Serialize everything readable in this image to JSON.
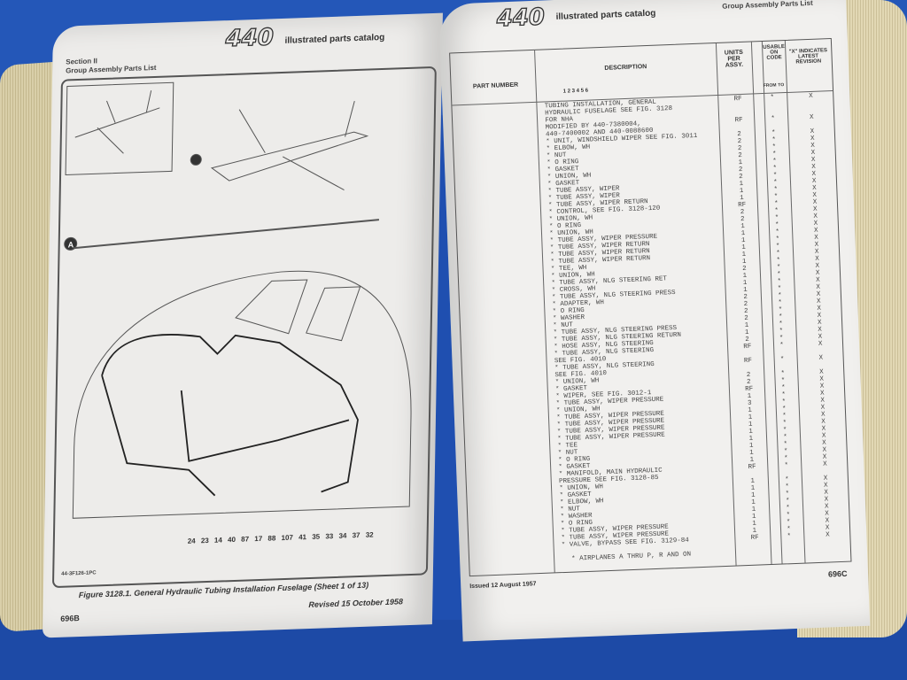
{
  "left_page": {
    "logo_number": "440",
    "logo_text": "illustrated parts catalog",
    "section": "Section II",
    "section_title": "Group Assembly Parts List",
    "view_label": "A",
    "callouts": "24 23 14 40 87 17 88 107 41 35 33 34 37 32",
    "drawing_code": "44-3F126-1PC",
    "figure_caption": "Figure 3128.1.  General Hydraulic Tubing Installation Fuselage (Sheet 1 of 13)",
    "revised": "Revised 15 October 1958",
    "page_number": "696B"
  },
  "right_page": {
    "logo_number": "440",
    "logo_text": "illustrated parts catalog",
    "header_right": "Group Assembly Parts List",
    "columns": {
      "part_number": "PART NUMBER",
      "description": "DESCRIPTION",
      "indent": "1 2 3 4 5 6",
      "units": "UNITS PER ASSY.",
      "usable": "USABLE ON CODE",
      "from": "FROM",
      "to": "TO",
      "revision": "\"X\" INDICATES LATEST REVISION"
    },
    "rows": [
      {
        "pn": "",
        "desc": "TUBING INSTALLATION, GENERAL",
        "units": "RF",
        "code": "*",
        "rev": "X"
      },
      {
        "pn": "",
        "desc": "  HYDRAULIC FUSELAGE SEE FIG. 3128",
        "units": "",
        "code": "",
        "rev": ""
      },
      {
        "pn": "",
        "desc": "  FOR NHA",
        "units": "",
        "code": "",
        "rev": ""
      },
      {
        "pn": "",
        "desc": "  MODIFIED BY 440-7380004,",
        "units": "RF",
        "code": "*",
        "rev": "X"
      },
      {
        "pn": "",
        "desc": "  440-7400002 AND 440-0088600",
        "units": "",
        "code": "",
        "rev": ""
      },
      {
        "pn": "",
        "desc": "* UNIT, WINDSHIELD WIPER SEE FIG. 3011",
        "units": "2",
        "code": "*",
        "rev": "X"
      },
      {
        "pn": "",
        "desc": "* ELBOW, WH",
        "units": "2",
        "code": "*",
        "rev": "X"
      },
      {
        "pn": "",
        "desc": "* NUT",
        "units": "2",
        "code": "*",
        "rev": "X"
      },
      {
        "pn": "",
        "desc": "* O RING",
        "units": "2",
        "code": "*",
        "rev": "X"
      },
      {
        "pn": "",
        "desc": "* GASKET",
        "units": "1",
        "code": "*",
        "rev": "X"
      },
      {
        "pn": "",
        "desc": "* UNION, WH",
        "units": "2",
        "code": "*",
        "rev": "X"
      },
      {
        "pn": "",
        "desc": "* GASKET",
        "units": "2",
        "code": "*",
        "rev": "X"
      },
      {
        "pn": "",
        "desc": "* TUBE ASSY, WIPER",
        "units": "1",
        "code": "*",
        "rev": "X"
      },
      {
        "pn": "",
        "desc": "* TUBE ASSY, WIPER",
        "units": "1",
        "code": "*",
        "rev": "X"
      },
      {
        "pn": "",
        "desc": "* TUBE ASSY, WIPER RETURN",
        "units": "1",
        "code": "*",
        "rev": "X"
      },
      {
        "pn": "",
        "desc": "* CONTROL, SEE FIG. 3128-120",
        "units": "RF",
        "code": "*",
        "rev": "X"
      },
      {
        "pn": "",
        "desc": "* UNION, WH",
        "units": "2",
        "code": "*",
        "rev": "X"
      },
      {
        "pn": "",
        "desc": "* O RING",
        "units": "2",
        "code": "*",
        "rev": "X"
      },
      {
        "pn": "",
        "desc": "* UNION, WH",
        "units": "1",
        "code": "*",
        "rev": "X"
      },
      {
        "pn": "",
        "desc": "* TUBE ASSY, WIPER PRESSURE",
        "units": "1",
        "code": "*",
        "rev": "X"
      },
      {
        "pn": "",
        "desc": "* TUBE ASSY, WIPER RETURN",
        "units": "1",
        "code": "*",
        "rev": "X"
      },
      {
        "pn": "",
        "desc": "* TUBE ASSY, WIPER RETURN",
        "units": "1",
        "code": "*",
        "rev": "X"
      },
      {
        "pn": "",
        "desc": "* TUBE ASSY, WIPER RETURN",
        "units": "1",
        "code": "*",
        "rev": "X"
      },
      {
        "pn": "",
        "desc": "* TEE, WH",
        "units": "1",
        "code": "*",
        "rev": "X"
      },
      {
        "pn": "",
        "desc": "* UNION, WH",
        "units": "2",
        "code": "*",
        "rev": "X"
      },
      {
        "pn": "",
        "desc": "* TUBE ASSY, NLG STEERING RET",
        "units": "1",
        "code": "*",
        "rev": "X"
      },
      {
        "pn": "",
        "desc": "* CROSS, WH",
        "units": "1",
        "code": "*",
        "rev": "X"
      },
      {
        "pn": "",
        "desc": "* TUBE ASSY, NLG STEERING PRESS",
        "units": "1",
        "code": "*",
        "rev": "X"
      },
      {
        "pn": "",
        "desc": "* ADAPTER, WH",
        "units": "2",
        "code": "*",
        "rev": "X"
      },
      {
        "pn": "",
        "desc": "* O RING",
        "units": "2",
        "code": "*",
        "rev": "X"
      },
      {
        "pn": "",
        "desc": "* WASHER",
        "units": "2",
        "code": "*",
        "rev": "X"
      },
      {
        "pn": "",
        "desc": "* NUT",
        "units": "2",
        "code": "*",
        "rev": "X"
      },
      {
        "pn": "",
        "desc": "* TUBE ASSY, NLG STEERING PRESS",
        "units": "1",
        "code": "*",
        "rev": "X"
      },
      {
        "pn": "",
        "desc": "* TUBE ASSY, NLG STEERING RETURN",
        "units": "1",
        "code": "*",
        "rev": "X"
      },
      {
        "pn": "",
        "desc": "* HOSE ASSY, NLG STEERING",
        "units": "2",
        "code": "*",
        "rev": "X"
      },
      {
        "pn": "",
        "desc": "* TUBE ASSY, NLG STEERING",
        "units": "RF",
        "code": "*",
        "rev": "X"
      },
      {
        "pn": "",
        "desc": "    SEE FIG. 4010",
        "units": "",
        "code": "",
        "rev": ""
      },
      {
        "pn": "",
        "desc": "* TUBE ASSY, NLG STEERING",
        "units": "RF",
        "code": "*",
        "rev": "X"
      },
      {
        "pn": "",
        "desc": "    SEE FIG. 4010",
        "units": "",
        "code": "",
        "rev": ""
      },
      {
        "pn": "",
        "desc": "* UNION, WH",
        "units": "2",
        "code": "*",
        "rev": "X"
      },
      {
        "pn": "",
        "desc": "* GASKET",
        "units": "2",
        "code": "*",
        "rev": "X"
      },
      {
        "pn": "",
        "desc": "* WIPER, SEE FIG. 3012-1",
        "units": "RF",
        "code": "*",
        "rev": "X"
      },
      {
        "pn": "",
        "desc": "* TUBE ASSY, WIPER PRESSURE",
        "units": "1",
        "code": "*",
        "rev": "X"
      },
      {
        "pn": "",
        "desc": "* UNION, WH",
        "units": "3",
        "code": "*",
        "rev": "X"
      },
      {
        "pn": "",
        "desc": "* TUBE ASSY, WIPER PRESSURE",
        "units": "1",
        "code": "*",
        "rev": "X"
      },
      {
        "pn": "",
        "desc": "* TUBE ASSY, WIPER PRESSURE",
        "units": "1",
        "code": "*",
        "rev": "X"
      },
      {
        "pn": "",
        "desc": "* TUBE ASSY, WIPER PRESSURE",
        "units": "1",
        "code": "*",
        "rev": "X"
      },
      {
        "pn": "",
        "desc": "* TUBE ASSY, WIPER PRESSURE",
        "units": "1",
        "code": "*",
        "rev": "X"
      },
      {
        "pn": "",
        "desc": "* TEE",
        "units": "1",
        "code": "*",
        "rev": "X"
      },
      {
        "pn": "",
        "desc": "* NUT",
        "units": "1",
        "code": "*",
        "rev": "X"
      },
      {
        "pn": "",
        "desc": "* O RING",
        "units": "1",
        "code": "*",
        "rev": "X"
      },
      {
        "pn": "",
        "desc": "* GASKET",
        "units": "1",
        "code": "*",
        "rev": "X"
      },
      {
        "pn": "",
        "desc": "* MANIFOLD, MAIN HYDRAULIC",
        "units": "RF",
        "code": "*",
        "rev": "X"
      },
      {
        "pn": "",
        "desc": "    PRESSURE SEE FIG. 3128-85",
        "units": "",
        "code": "",
        "rev": ""
      },
      {
        "pn": "",
        "desc": "* UNION, WH",
        "units": "1",
        "code": "*",
        "rev": "X"
      },
      {
        "pn": "",
        "desc": "* GASKET",
        "units": "1",
        "code": "*",
        "rev": "X"
      },
      {
        "pn": "",
        "desc": "* ELBOW, WH",
        "units": "1",
        "code": "*",
        "rev": "X"
      },
      {
        "pn": "",
        "desc": "* NUT",
        "units": "1",
        "code": "*",
        "rev": "X"
      },
      {
        "pn": "",
        "desc": "* WASHER",
        "units": "1",
        "code": "*",
        "rev": "X"
      },
      {
        "pn": "",
        "desc": "* O RING",
        "units": "1",
        "code": "*",
        "rev": "X"
      },
      {
        "pn": "",
        "desc": "* TUBE ASSY, WIPER PRESSURE",
        "units": "1",
        "code": "*",
        "rev": "X"
      },
      {
        "pn": "",
        "desc": "* TUBE ASSY, WIPER PRESSURE",
        "units": "1",
        "code": "*",
        "rev": "X"
      },
      {
        "pn": "",
        "desc": "* VALVE, BYPASS SEE FIG. 3129-84",
        "units": "RF",
        "code": "*",
        "rev": "X"
      }
    ],
    "footnote": "*  AIRPLANES A THRU P, R AND ON",
    "issued": "Issued 12 August 1957",
    "page_number": "696C"
  }
}
